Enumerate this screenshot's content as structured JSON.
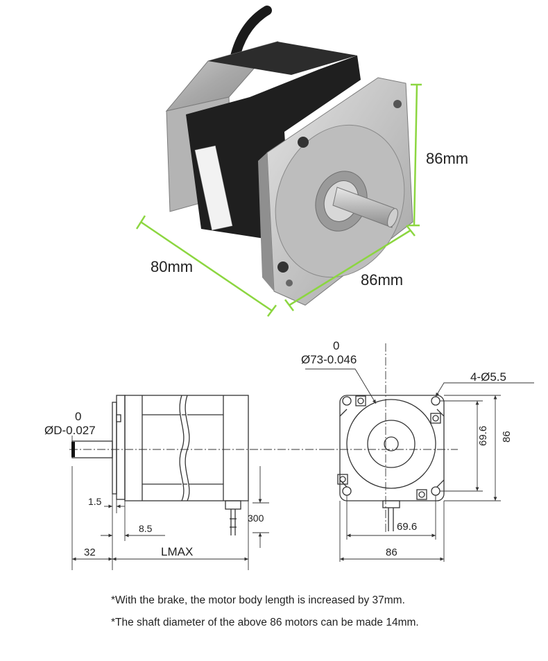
{
  "photo": {
    "dim_height": "86mm",
    "dim_length": "80mm",
    "dim_width": "86mm",
    "dim_color": "#8cd640"
  },
  "side_view": {
    "tolerance_top": "0",
    "tolerance_label": "ØD-0.027",
    "dim_flange": "1.5",
    "dim_pilot": "8.5",
    "dim_shaft": "32",
    "dim_body": "LMAX",
    "dim_lead": "300"
  },
  "front_view": {
    "tolerance_top": "0",
    "tolerance_label": "Ø73-0.046",
    "holes_label": "4-Ø5.5",
    "dim_hole_v": "69.6",
    "dim_hole_h": "69.6",
    "dim_overall_h": "86",
    "dim_overall_v": "86"
  },
  "notes": {
    "brake": "*With the brake, the motor body length is increased by 37mm.",
    "shaft": "*The shaft diameter of the above 86 motors can be made 14mm."
  }
}
